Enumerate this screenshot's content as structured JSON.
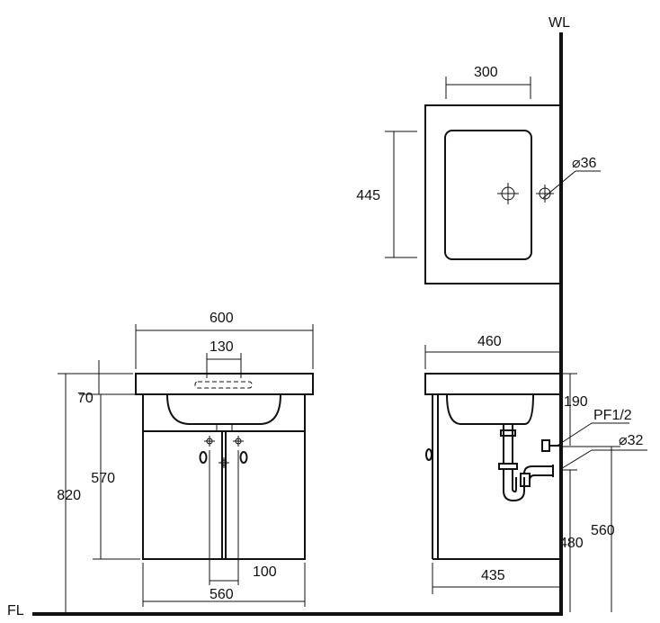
{
  "labels": {
    "wl": "WL",
    "fl": "FL",
    "top_width": "300",
    "top_depth": "445",
    "waste_dia": "⌀36",
    "front_width": "600",
    "hole_spacing": "130",
    "basin_thickness": "70",
    "cabinet_height": "570",
    "total_height": "820",
    "door_offset": "100",
    "cabinet_width": "560",
    "side_depth": "460",
    "trap_depth": "190",
    "supply_thread": "PF1/2",
    "drain_dia": "⌀32",
    "drain_height": "480",
    "supply_height": "560",
    "cabinet_depth": "435"
  },
  "colors": {
    "line": "#111111",
    "background": "#ffffff"
  }
}
